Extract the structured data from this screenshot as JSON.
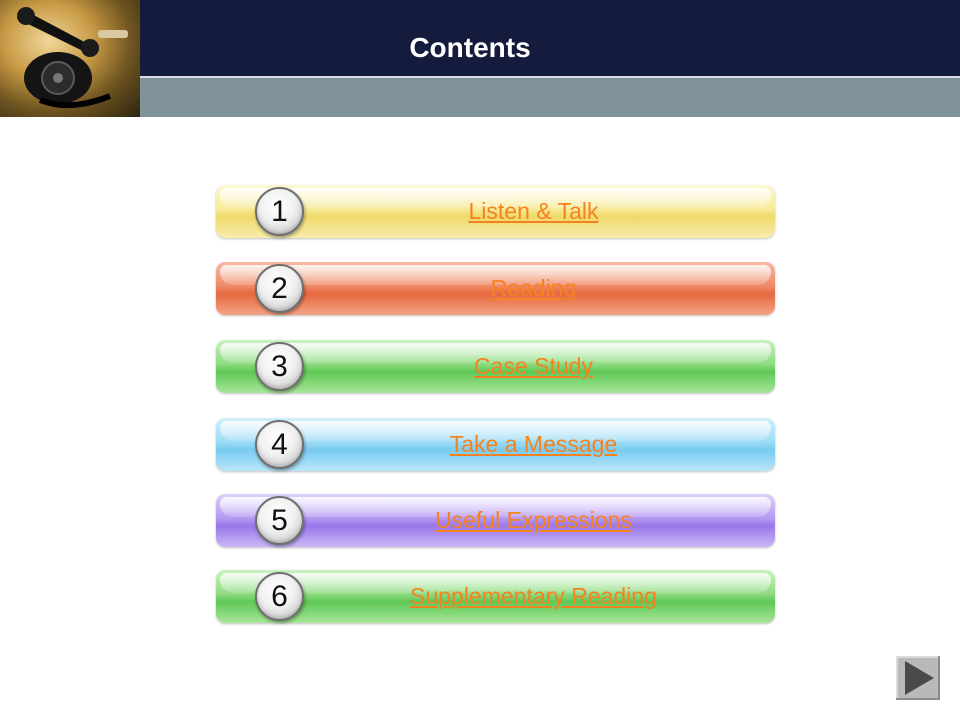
{
  "slide": {
    "title": "Contents"
  },
  "colors": {
    "header_dark": "#141b3c",
    "header_grey": "#7f9399",
    "link": "#f5821f"
  },
  "menu": {
    "items": [
      {
        "number": "1",
        "label": "Listen & Talk",
        "color": "yellow"
      },
      {
        "number": "2",
        "label": "Reading",
        "color": "red"
      },
      {
        "number": "3",
        "label": "Case Study",
        "color": "green"
      },
      {
        "number": "4",
        "label": "Take a Message",
        "color": "blue"
      },
      {
        "number": "5",
        "label": "Useful Expressions",
        "color": "purple"
      },
      {
        "number": "6",
        "label": "Supplementary Reading",
        "color": "green"
      }
    ]
  },
  "navigation": {
    "next_icon": "play-triangle-icon"
  }
}
